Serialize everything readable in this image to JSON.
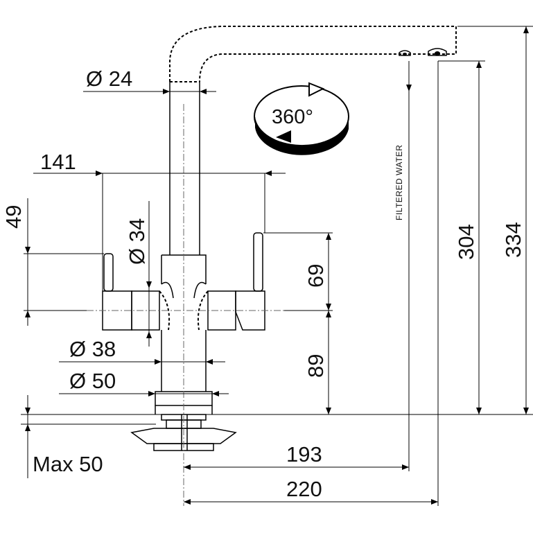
{
  "dimensions": {
    "spout_diameter": "Ø 24",
    "lever_spacing": "141",
    "lever_height": "49",
    "body_diameter": "Ø 34",
    "lever_offset": "69",
    "base_height": "89",
    "lower_diameter": "Ø 38",
    "base_diameter": "Ø 50",
    "mounting_max": "Max 50",
    "filtered_reach": "193",
    "total_reach": "220",
    "filtered_height": "304",
    "total_height": "334"
  },
  "labels": {
    "rotation": "360°",
    "filtered_water": "FILTERED WATER"
  }
}
